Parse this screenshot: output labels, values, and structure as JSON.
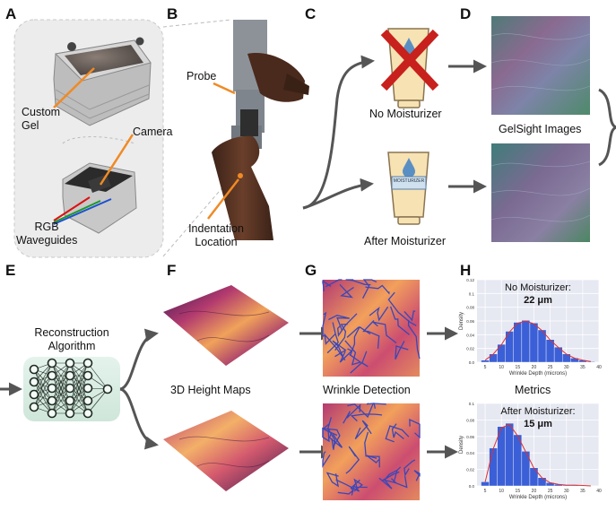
{
  "panels": {
    "a": "A",
    "b": "B",
    "c": "C",
    "d": "D",
    "e": "E",
    "f": "F",
    "g": "G",
    "h": "H"
  },
  "panel_a": {
    "custom_gel": "Custom\nGel",
    "camera": "Camera",
    "rgb_waveguides": "RGB\nWaveguides"
  },
  "panel_b": {
    "probe": "Probe",
    "indentation_location": "Indentation\nLocation"
  },
  "panel_c": {
    "no_moisturizer": "No Moisturizer",
    "after_moisturizer": "After Moisturizer",
    "tube_label": "MOISTURIZER"
  },
  "panel_d": {
    "gelsight_images": "GelSight Images"
  },
  "panel_e": {
    "reconstruction": "Reconstruction\nAlgorithm"
  },
  "panel_f": {
    "height_maps": "3D Height Maps"
  },
  "panel_g": {
    "wrinkle_detection": "Wrinkle Detection"
  },
  "panel_h": {
    "metrics": "Metrics"
  },
  "colors": {
    "arrow": "#555555",
    "bar": "#3b5fd6",
    "fit": "#e03030",
    "chart_bg": "#e6e8f2",
    "cross": "#c8201c",
    "tube": "#f6e2b3",
    "drop": "#5a8fc4",
    "net_bg": "#dcefe6"
  },
  "chart_data": [
    {
      "type": "bar",
      "title": "No Moisturizer:",
      "subtitle": "22 μm",
      "xlabel": "Wrinkle Depth (microns)",
      "ylabel": "Density",
      "x": [
        5,
        7.5,
        10,
        12.5,
        15,
        17.5,
        20,
        22.5,
        25,
        27.5,
        30,
        32.5,
        35,
        37.5
      ],
      "values": [
        0.003,
        0.012,
        0.026,
        0.045,
        0.058,
        0.061,
        0.057,
        0.047,
        0.033,
        0.022,
        0.012,
        0.006,
        0.003,
        0.001
      ],
      "xlim": [
        2.5,
        40
      ],
      "ylim": [
        0,
        0.12
      ],
      "xticks": [
        "5",
        "10",
        "15",
        "20",
        "25",
        "30",
        "35",
        "40"
      ],
      "yticks": [
        "0.0",
        "0.02",
        "0.04",
        "0.06",
        "0.08",
        "0.1",
        "0.12"
      ]
    },
    {
      "type": "bar",
      "title": "After Moisturizer:",
      "subtitle": "15 μm",
      "xlabel": "Wrinkle Depth (microns)",
      "ylabel": "Density",
      "x": [
        5,
        7.5,
        10,
        12.5,
        15,
        17.5,
        20,
        22.5,
        25,
        27.5,
        30,
        32.5,
        35,
        37.5
      ],
      "values": [
        0.005,
        0.046,
        0.072,
        0.076,
        0.062,
        0.042,
        0.022,
        0.01,
        0.004,
        0.002,
        0.001,
        0.001,
        0.0005,
        0.0
      ],
      "xlim": [
        2.5,
        40
      ],
      "ylim": [
        0,
        0.1
      ],
      "xticks": [
        "5",
        "10",
        "15",
        "20",
        "25",
        "30",
        "35",
        "40"
      ],
      "yticks": [
        "0.0",
        "0.02",
        "0.04",
        "0.06",
        "0.08",
        "0.1"
      ]
    }
  ]
}
